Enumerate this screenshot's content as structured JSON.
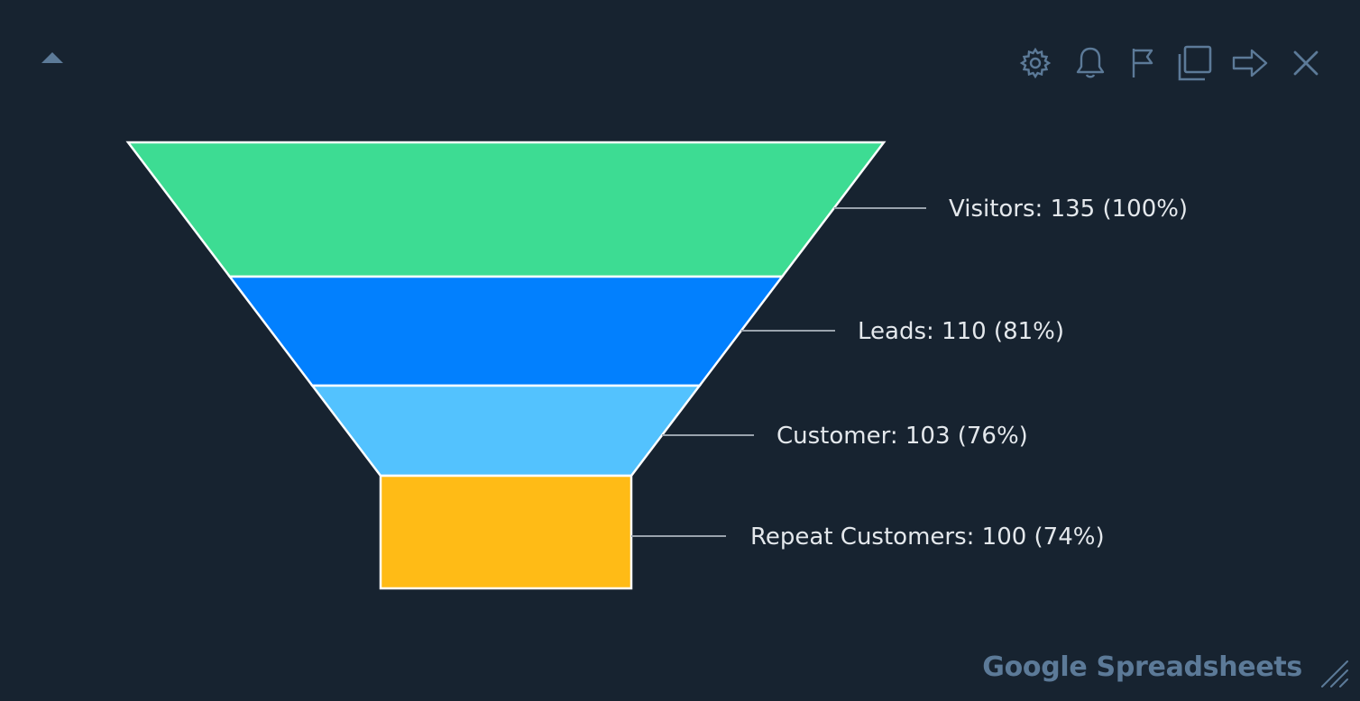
{
  "widget": {
    "source_label": "Google Spreadsheets"
  },
  "toolbar": {
    "icons": [
      "collapse-up-icon",
      "gear-icon",
      "bell-icon",
      "flag-icon",
      "duplicate-icon",
      "arrow-right-icon",
      "close-icon",
      "resize-handle-icon"
    ],
    "icon_color": "#5c7a98"
  },
  "chart_data": {
    "type": "funnel",
    "stages": [
      {
        "name": "Visitors",
        "value": 135,
        "percent": 100,
        "label": "Visitors: 135 (100%)",
        "color": "#3ddc93"
      },
      {
        "name": "Leads",
        "value": 110,
        "percent": 81,
        "label": "Leads: 110 (81%)",
        "color": "#0280fe"
      },
      {
        "name": "Customer",
        "value": 103,
        "percent": 76,
        "label": "Customer: 103 (76%)",
        "color": "#53c2fe"
      },
      {
        "name": "Repeat Customers",
        "value": 100,
        "percent": 74,
        "label": "Repeat Customers: 100 (74%)",
        "color": "#ffbb16"
      }
    ],
    "background": "#172330"
  }
}
